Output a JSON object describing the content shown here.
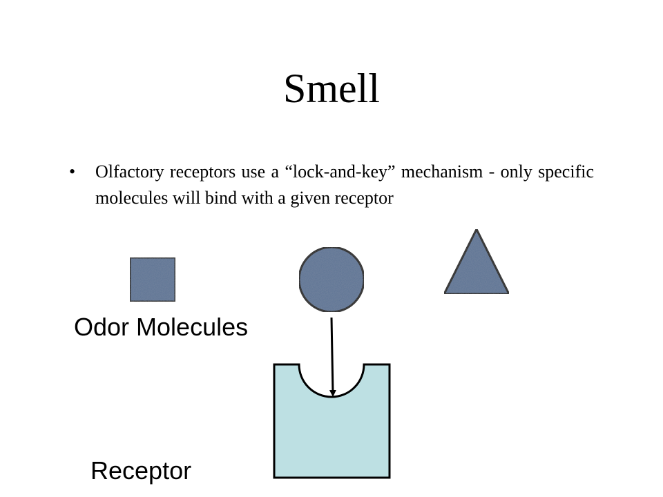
{
  "title": "Smell",
  "bullets": [
    {
      "mark": "•",
      "text": "Olfactory receptors use a “lock-and-key” mechanism - only specific molecules will bind with a given receptor"
    }
  ],
  "labels": {
    "odor_molecules": "Odor Molecules",
    "receptor": "Receptor"
  },
  "colors": {
    "molecule_fill": "#5c7395",
    "receptor_fill": "#bde0e3",
    "outline": "#000000",
    "background": "#ffffff"
  },
  "shapes": {
    "molecules": [
      "square-molecule",
      "circle-molecule",
      "triangle-molecule"
    ],
    "receptor": "receptor-with-circular-binding-site",
    "arrow": "binding-arrow"
  }
}
